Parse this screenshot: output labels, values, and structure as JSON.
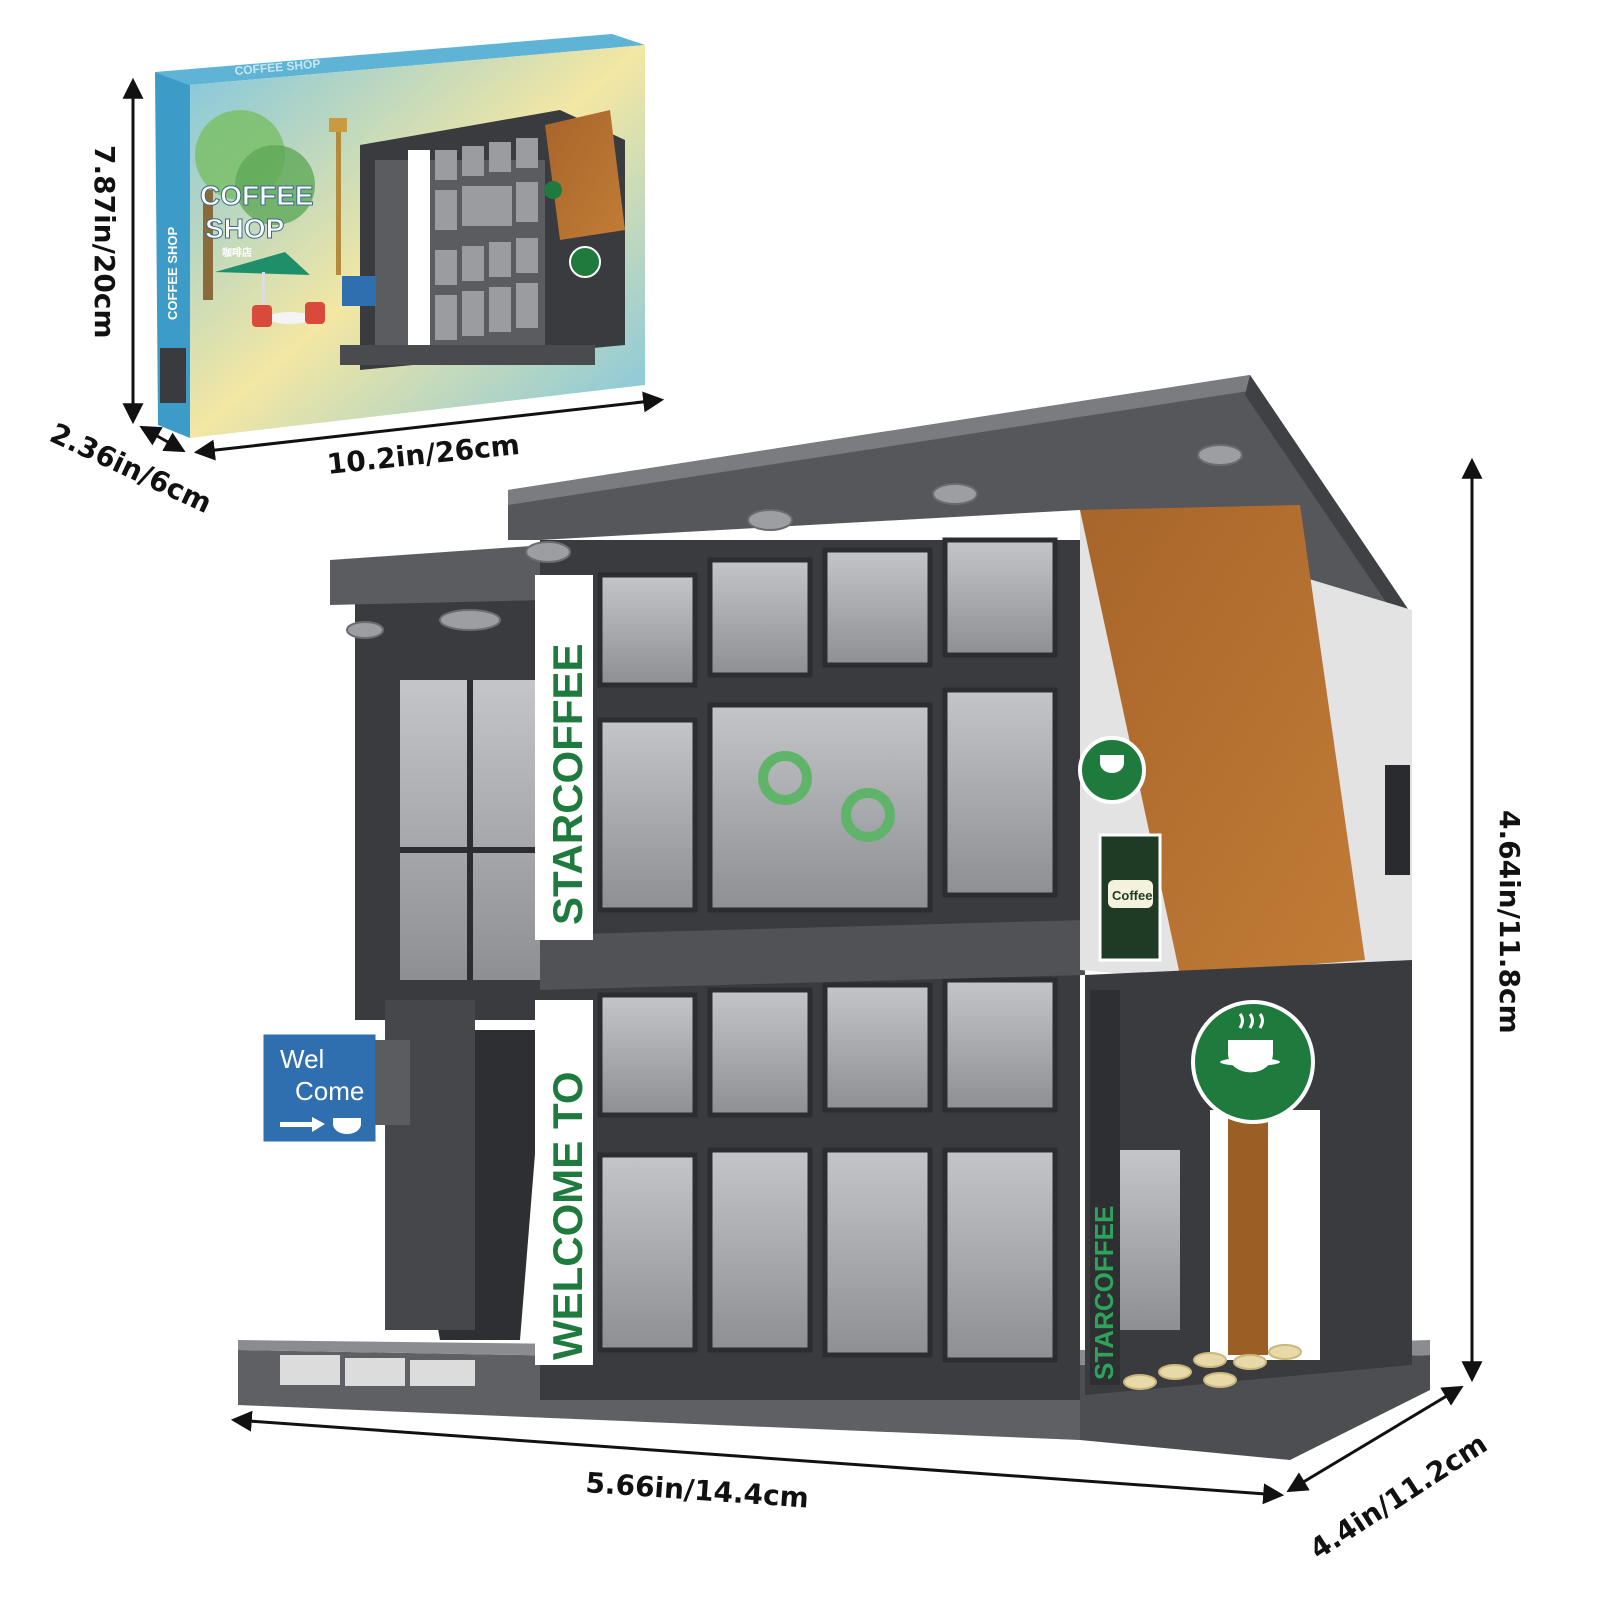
{
  "colors": {
    "brick_dark": "#3a3b3e",
    "brick_mid": "#55575b",
    "brick_light": "#8a8c90",
    "window_glass": "#a9abae",
    "sign_green": "#1f7a3e",
    "wood_orange": "#b8722f",
    "welcome_blue": "#2f6fb0",
    "box_sky": "#7fc6e0"
  },
  "box": {
    "title": "COFFEE\nSHOP",
    "side_label": "COFFEE SHOP",
    "top_label": "COFFEE SHOP",
    "subtitle_cn": "咖啡店",
    "icon": "product-box-icon"
  },
  "building": {
    "vertical_sign_left": "WELCOME TO",
    "vertical_sign_upper": "STARCOFFEE",
    "vertical_sign_right": "STARCOFFEE",
    "welcome_sign_line1": "Wel",
    "welcome_sign_line2": "Come",
    "cafe_sign": "Coffee"
  },
  "dimensions": {
    "box_height": "7.87in/20cm",
    "box_depth": "2.36in/6cm",
    "box_width": "10.2in/26cm",
    "model_height": "4.64in/11.8cm",
    "model_width": "5.66in/14.4cm",
    "model_depth": "4.4in/11.2cm"
  }
}
